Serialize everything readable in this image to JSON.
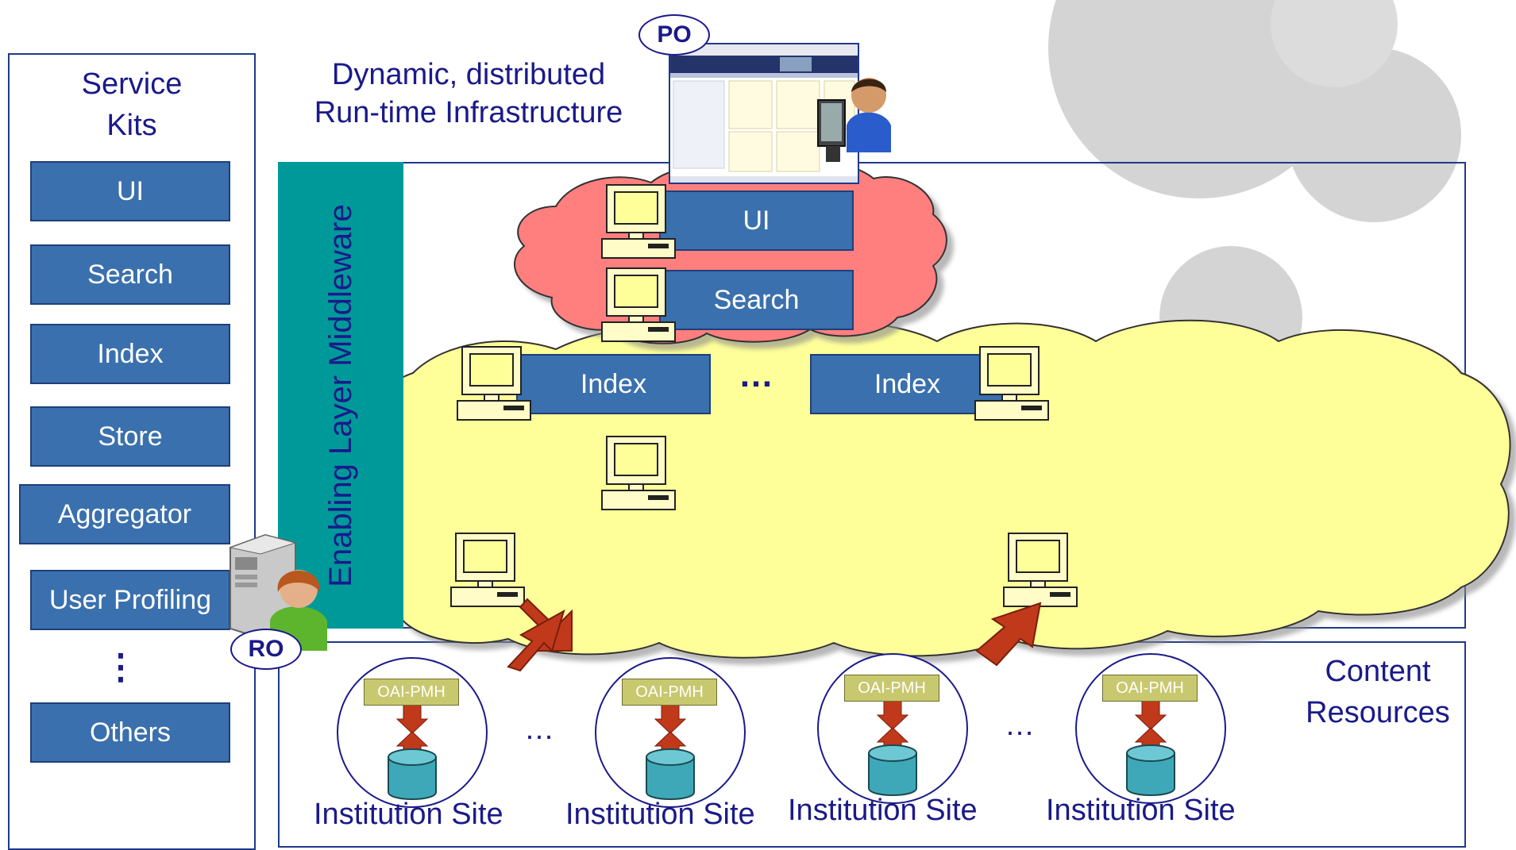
{
  "service_kits": {
    "title_line1": "Service",
    "title_line2": "Kits",
    "items": [
      "UI",
      "Search",
      "Index",
      "Store",
      "Aggregator",
      "User Profiling"
    ],
    "ellipsis": "⋮",
    "others": "Others"
  },
  "infrastructure": {
    "title_line1": "Dynamic, distributed",
    "title_line2": "Run-time Infrastructure",
    "middleware_label": "Enabling Layer Middleware",
    "services": {
      "ui": "UI",
      "search": "Search",
      "index_left": "Index",
      "index_ellipsis": "…",
      "index_right": "Index"
    }
  },
  "roles": {
    "po": "PO",
    "ro": "RO"
  },
  "content": {
    "title_line1": "Content",
    "title_line2": "Resources",
    "sites": [
      {
        "protocol": "OAI-PMH",
        "label": "Institution Site"
      },
      {
        "protocol": "OAI-PMH",
        "label": "Institution Site"
      },
      {
        "protocol": "OAI-PMH",
        "label": "Institution Site"
      },
      {
        "protocol": "OAI-PMH",
        "label": "Institution Site"
      }
    ],
    "ellipsis_left": "…",
    "ellipsis_right": "…"
  },
  "colors": {
    "navy": "#1a1a8a",
    "service_box": "#3a70ad",
    "middleware": "#009999",
    "cloud_yellow": "#ffff99",
    "cloud_red": "#ff7f7f",
    "arrow_red": "#c0391b",
    "database": "#3fa8b8"
  }
}
